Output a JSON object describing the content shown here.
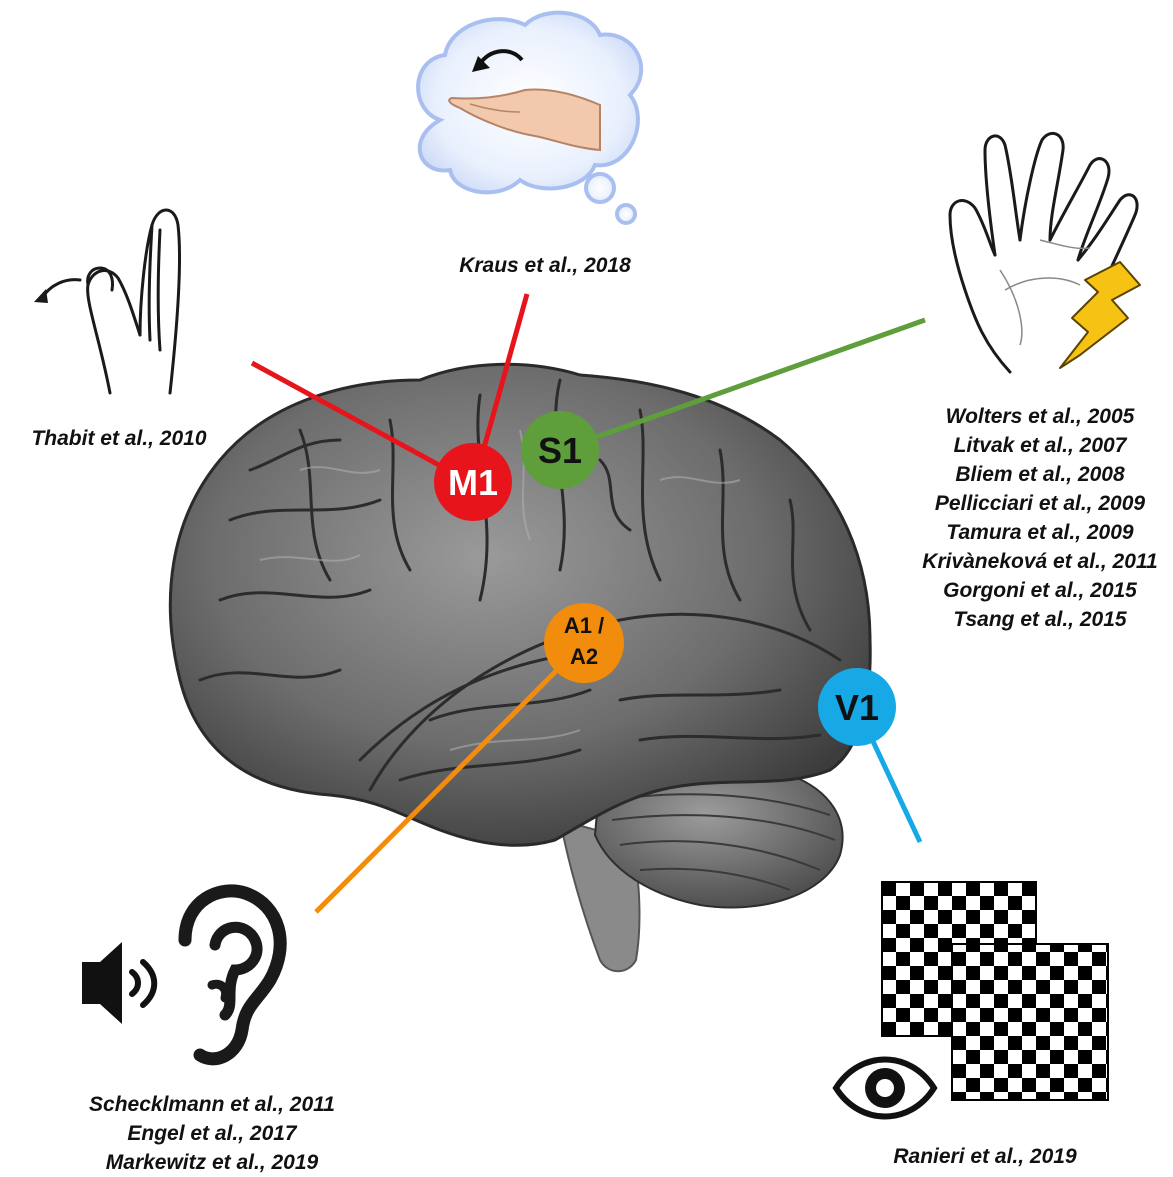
{
  "colors": {
    "motor": "#e8141b",
    "somatosensory": "#5e9f3c",
    "auditory": "#f28c0c",
    "visual": "#16a9e6",
    "bolt": "#f6c214",
    "cloud": "#d9e6fb"
  },
  "regions": {
    "m1": {
      "label": "M1"
    },
    "s1": {
      "label": "S1"
    },
    "a1a2": {
      "label_top": "A1 /",
      "label_bottom": "A2"
    },
    "v1": {
      "label": "V1"
    }
  },
  "citations": {
    "thabit": [
      "Thabit et al., 2010"
    ],
    "kraus": [
      "Kraus et al., 2018"
    ],
    "wolters": [
      "Wolters et al., 2005",
      "Litvak et al., 2007",
      "Bliem et al., 2008",
      "Pellicciari et al., 2009",
      "Tamura et al., 2009",
      "Krivàneková et al., 2011",
      "Gorgoni et al., 2015",
      "Tsang et al., 2015"
    ],
    "schecklmann": [
      "Schecklmann et al., 2011",
      "Engel et al., 2017",
      "Markewitz et al., 2019"
    ],
    "ranieri": [
      "Ranieri et al., 2019"
    ]
  },
  "icons": {
    "thumb": "thumb-abduction-icon",
    "imagery": "thought-cloud-hand-rotation-icon",
    "hand": "hand-electrical-stimulation-icon",
    "speaker": "speaker-icon",
    "ear": "ear-icon",
    "checkerboard": "checkerboard-icon",
    "eye": "eye-icon",
    "brain": "brain-lateral-view"
  }
}
